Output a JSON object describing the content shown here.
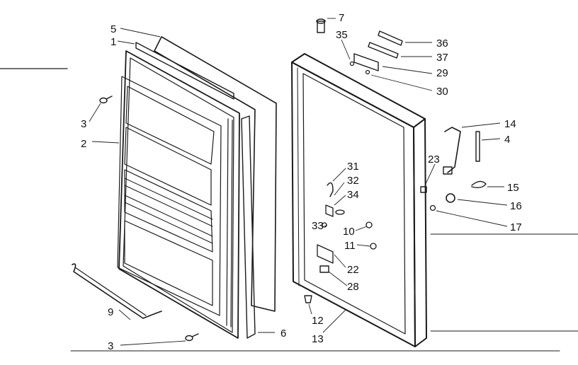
{
  "parts": [
    {
      "id": "p1",
      "label": "1",
      "name": "door-liner-strip"
    },
    {
      "id": "p2",
      "label": "2",
      "name": "door-liner"
    },
    {
      "id": "p3a",
      "label": "3",
      "name": "screw-upper"
    },
    {
      "id": "p3b",
      "label": "3",
      "name": "screw-lower"
    },
    {
      "id": "p4",
      "label": "4",
      "name": "handle-insert"
    },
    {
      "id": "p5",
      "label": "5",
      "name": "door-gasket-top"
    },
    {
      "id": "p6",
      "label": "6",
      "name": "door-gasket-side"
    },
    {
      "id": "p7",
      "label": "7",
      "name": "hinge-pin"
    },
    {
      "id": "p9",
      "label": "9",
      "name": "shelf-rod"
    },
    {
      "id": "p10",
      "label": "10",
      "name": "nut"
    },
    {
      "id": "p11",
      "label": "11",
      "name": "nut-lower"
    },
    {
      "id": "p12",
      "label": "12",
      "name": "door-bushing"
    },
    {
      "id": "p13",
      "label": "13",
      "name": "door-outer-panel"
    },
    {
      "id": "p14",
      "label": "14",
      "name": "door-handle"
    },
    {
      "id": "p15",
      "label": "15",
      "name": "lock-key"
    },
    {
      "id": "p16",
      "label": "16",
      "name": "lock-cylinder"
    },
    {
      "id": "p17",
      "label": "17",
      "name": "lock-washer"
    },
    {
      "id": "p22",
      "label": "22",
      "name": "lock-bracket"
    },
    {
      "id": "p23",
      "label": "23",
      "name": "handle-spacer"
    },
    {
      "id": "p28",
      "label": "28",
      "name": "door-stop"
    },
    {
      "id": "p29",
      "label": "29",
      "name": "top-hinge-plate"
    },
    {
      "id": "p30",
      "label": "30",
      "name": "screw-hinge"
    },
    {
      "id": "p31",
      "label": "31",
      "name": "lock-link"
    },
    {
      "id": "p32",
      "label": "32",
      "name": "lock-spring"
    },
    {
      "id": "p33",
      "label": "33",
      "name": "lock-screw"
    },
    {
      "id": "p34",
      "label": "34",
      "name": "lock-retainer"
    },
    {
      "id": "p35",
      "label": "35",
      "name": "hinge-nut"
    },
    {
      "id": "p36",
      "label": "36",
      "name": "trim-strip-upper"
    },
    {
      "id": "p37",
      "label": "37",
      "name": "trim-strip-lower"
    }
  ]
}
